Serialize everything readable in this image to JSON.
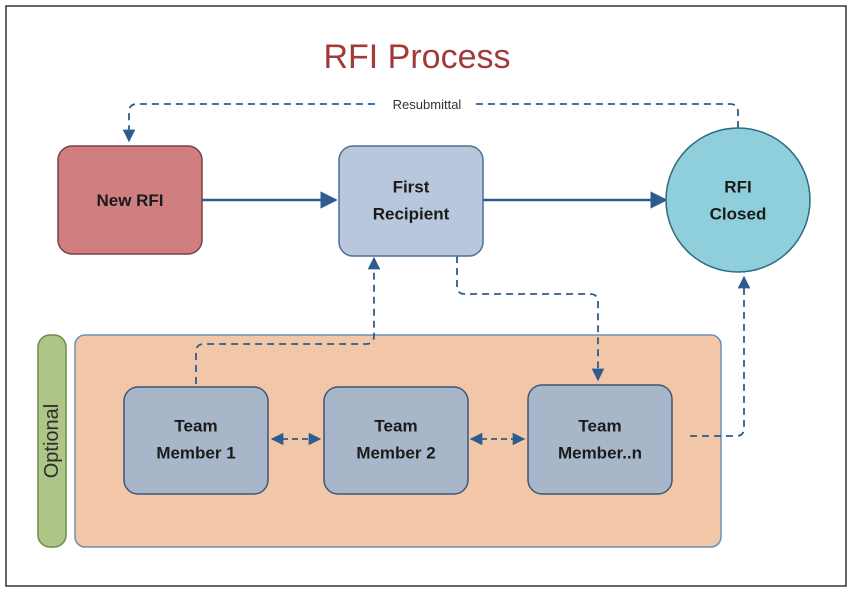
{
  "title": "RFI Process",
  "colors": {
    "title": "#a33a3a",
    "new_rfi_fill": "#cf7f80",
    "recipient_fill": "#b9c7dc",
    "closed_fill": "#8fcfdc",
    "member_fill": "#a8b6ca",
    "optional_fill": "#f2c7a8",
    "optional_tab_fill": "#aec588",
    "connector": "#2e5c8f"
  },
  "nodes": {
    "new_rfi": {
      "lines": [
        "New RFI"
      ]
    },
    "first_recipient": {
      "lines": [
        "First",
        "Recipient"
      ]
    },
    "rfi_closed": {
      "lines": [
        "RFI",
        "Closed"
      ]
    },
    "team_member_1": {
      "lines": [
        "Team",
        "Member 1"
      ]
    },
    "team_member_2": {
      "lines": [
        "Team",
        "Member 2"
      ]
    },
    "team_member_n": {
      "lines": [
        "Team",
        "Member..n"
      ]
    }
  },
  "edge_labels": {
    "resubmittal": "Resubmittal"
  },
  "group": {
    "optional_label": "Optional"
  }
}
